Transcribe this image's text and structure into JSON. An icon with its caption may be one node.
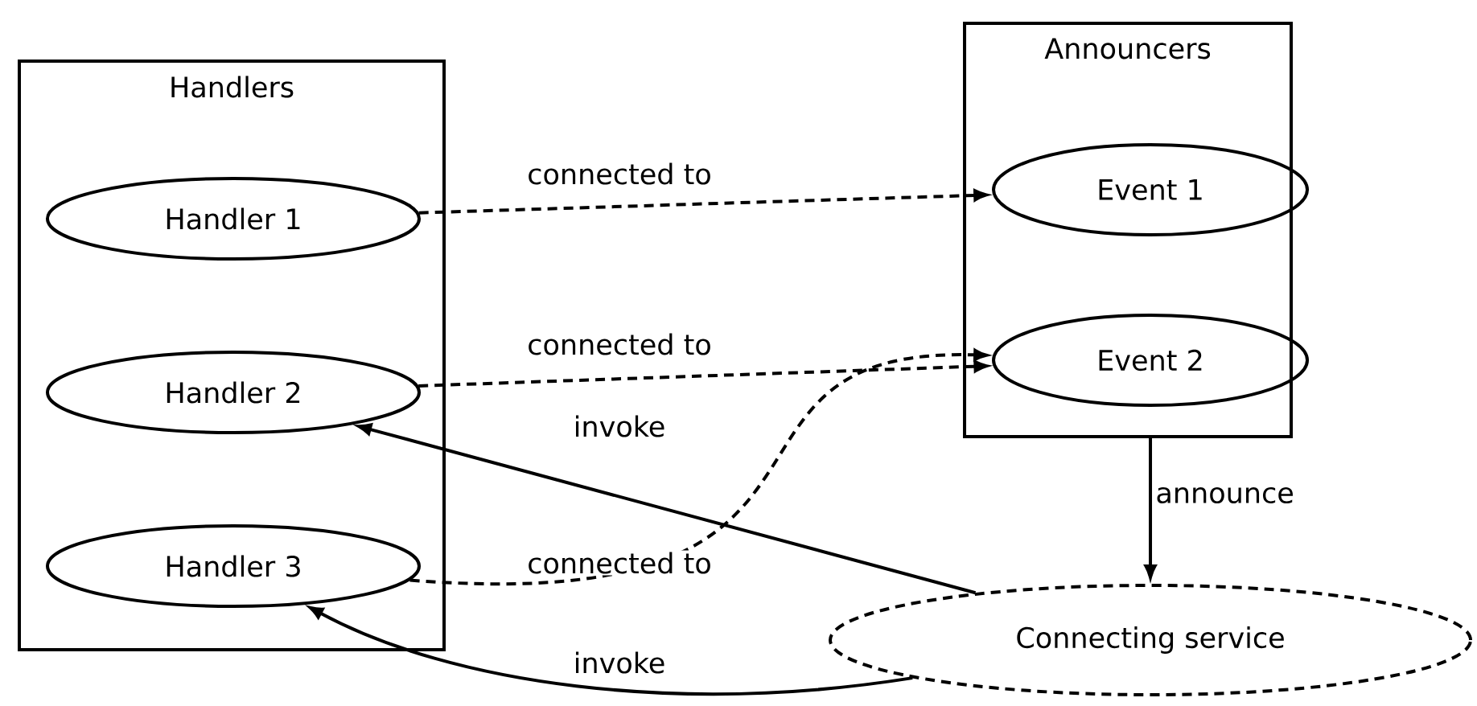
{
  "diagram": {
    "nodes": [
      {
        "text": [
          "Handlers"
        ]
      },
      {
        "text": [
          "Handler 1"
        ],
        "in": 0
      },
      {
        "text": [
          "Handler 2"
        ],
        "in": 0
      },
      {
        "text": [
          "Handler 3"
        ],
        "in": 0
      },
      {
        "text": [
          "Announcers"
        ]
      },
      {
        "text": [
          "Event 1"
        ],
        "in": 4
      },
      {
        "text": [
          "Event 2"
        ],
        "in": 4
      },
      {
        "text": [
          "Connecting service"
        ]
      }
    ],
    "edges": [
      {
        "from": 1,
        "to": 5,
        "arrow": "to",
        "label": "connected to",
        "style": "dashed"
      },
      {
        "from": 2,
        "to": 6,
        "arrow": "to",
        "label": "connected to",
        "style": "dashed"
      },
      {
        "from": 3,
        "to": 6,
        "arrow": "to",
        "label": "connected to",
        "style": "dashed"
      },
      {
        "from": 4,
        "to": 7,
        "arrow": "to",
        "label": "announce"
      },
      {
        "from": 7,
        "to": 2,
        "arrow": "to",
        "label": "invoke"
      },
      {
        "from": 7,
        "to": 3,
        "arrow": "to",
        "label": "invoke"
      }
    ]
  }
}
